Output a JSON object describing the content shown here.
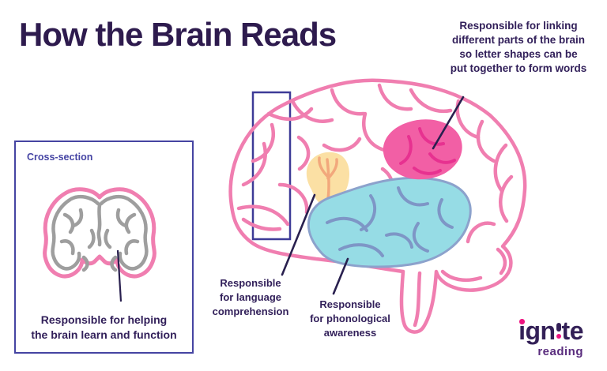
{
  "title": "How the Brain Reads",
  "callouts": {
    "letterbox": {
      "line1": "Responsible for linking",
      "line2": "different parts of the brain",
      "line3": "so letter shapes can be",
      "line4": "put together to form words"
    },
    "language": {
      "line1": "Responsible",
      "line2": "for language",
      "line3": "comprehension"
    },
    "phonological": {
      "line1": "Responsible",
      "line2": "for phonological",
      "line3": "awareness"
    }
  },
  "inset": {
    "label": "Cross-section",
    "caption": {
      "line1": "Responsible for helping",
      "line2": "the brain learn and function"
    }
  },
  "logo": {
    "word": "ign!te",
    "part1": "ıgn",
    "part2": "te",
    "tagline": "reading"
  },
  "colors": {
    "brain_outline_pink": "#F07EB0",
    "brain_fill": "#FFFFFF",
    "region_letterbox_fill": "#F25FA5",
    "region_letterbox_detail": "#E73190",
    "region_language_fill": "#FBE0A4",
    "region_language_detail": "#F2A87C",
    "region_phonological_fill": "#96DCE5",
    "region_phonological_outline": "#8CA2CC",
    "region_phonological_detail": "#7E96C6",
    "cross_section_plane_blue": "#3D3B97",
    "panel_border_blue": "#4544A2",
    "panel_label_blue": "#4645A4",
    "inset_gray": "#9E9E9E",
    "leader_line_navy": "#29204F",
    "text_purple": "#32205A",
    "title_purple": "#2E1B4E",
    "logo_purple": "#332057",
    "logo_tagline_purple": "#5A2D7E",
    "logo_pink": "#EE1380"
  }
}
